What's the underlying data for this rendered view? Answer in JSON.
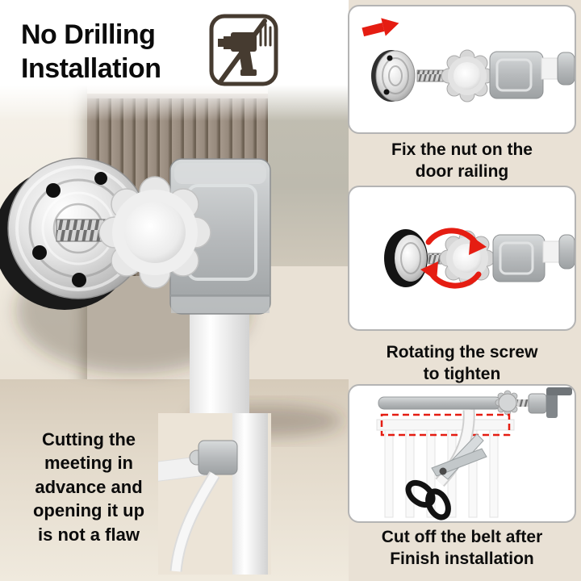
{
  "title": {
    "line1": "No Drilling",
    "line2": "Installation"
  },
  "steps": {
    "step1": {
      "line1": "Fix the nut on the",
      "line2": "door railing"
    },
    "step2": {
      "line1": "Rotating the screw",
      "line2": "to tighten"
    },
    "step3": {
      "line1": "Cut off the belt after",
      "line2": "Finish installation"
    }
  },
  "note": {
    "line1": "Cutting the",
    "line2": "meeting in",
    "line3": "advance and",
    "line4": "opening it up",
    "line5": "is not a flaw"
  },
  "icons": {
    "no_drill": "no-drilling-icon",
    "red_arrow": "red-arrow-icon",
    "rotate": "rotate-arrows-icon",
    "scissors": "scissors-icon"
  },
  "colors": {
    "accent_red": "#e51d12",
    "wall_beige": "#e9e1d5",
    "panel_brown": "#97897c",
    "metal_gray": "#b7babc",
    "text_black": "#0b0b0b"
  }
}
